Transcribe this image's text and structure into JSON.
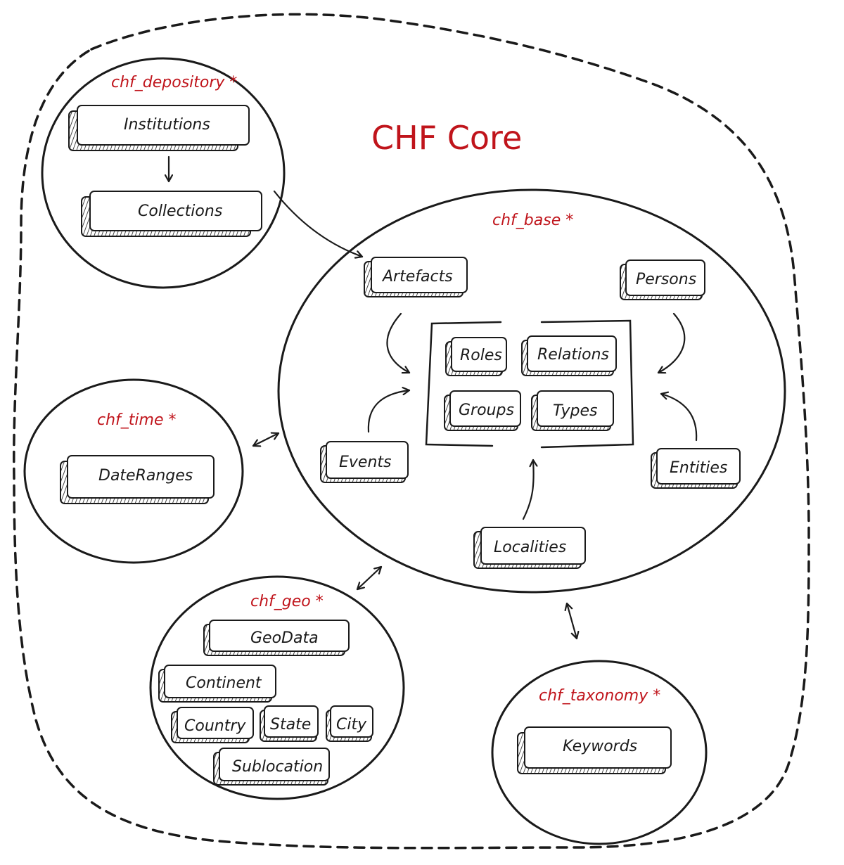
{
  "title": "CHF Core",
  "modules": {
    "depository": {
      "label": "chf_depository *",
      "boxes": [
        "Institutions",
        "Collections"
      ]
    },
    "base": {
      "label": "chf_base *",
      "boxes": [
        "Artefacts",
        "Persons",
        "Events",
        "Entities",
        "Localities"
      ],
      "center_boxes": [
        "Roles",
        "Relations",
        "Groups",
        "Types"
      ]
    },
    "time": {
      "label": "chf_time *",
      "boxes": [
        "DateRanges"
      ]
    },
    "geo": {
      "label": "chf_geo *",
      "boxes": [
        "GeoData",
        "Continent",
        "Country",
        "State",
        "City",
        "Sublocation"
      ]
    },
    "taxonomy": {
      "label": "chf_taxonomy *",
      "boxes": [
        "Keywords"
      ]
    }
  },
  "colors": {
    "accent": "#c0141b",
    "ink": "#1a1a1a"
  }
}
